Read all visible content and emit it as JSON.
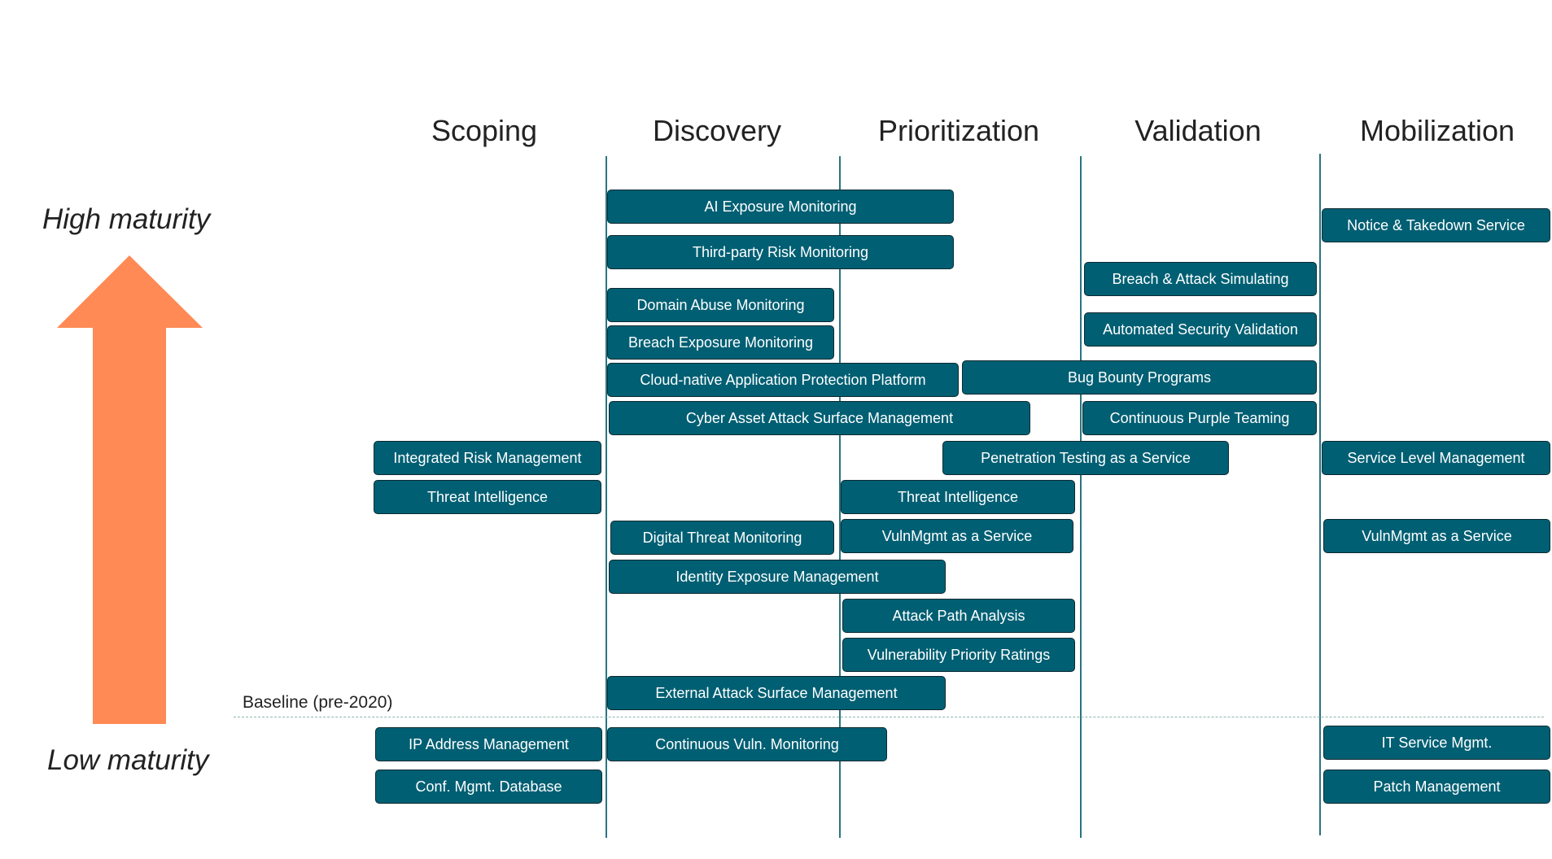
{
  "phases": [
    {
      "label": "Scoping"
    },
    {
      "label": "Discovery"
    },
    {
      "label": "Prioritization"
    },
    {
      "label": "Validation"
    },
    {
      "label": "Mobilization"
    }
  ],
  "maturity": {
    "high": "High maturity",
    "low": "Low maturity"
  },
  "baseline": {
    "label": "Baseline (pre-2020)"
  },
  "colors": {
    "bar_fill": "#005f73",
    "bar_border": "#0c2a30",
    "arrow": "#ff8a55",
    "divider": "#2a7480",
    "baseline_line": "#8fb3b3"
  },
  "items": [
    {
      "label": "AI Exposure Monitoring"
    },
    {
      "label": "Third-party Risk Monitoring"
    },
    {
      "label": "Domain Abuse Monitoring"
    },
    {
      "label": "Breach Exposure Monitoring"
    },
    {
      "label": "Cloud-native Application Protection Platform"
    },
    {
      "label": "Cyber Asset Attack Surface Management"
    },
    {
      "label": "Breach & Attack Simulating"
    },
    {
      "label": "Automated Security Validation"
    },
    {
      "label": "Bug Bounty Programs"
    },
    {
      "label": "Continuous Purple Teaming"
    },
    {
      "label": "Notice & Takedown Service"
    },
    {
      "label": "Integrated Risk Management"
    },
    {
      "label": "Threat Intelligence"
    },
    {
      "label": "Penetration Testing as a Service"
    },
    {
      "label": "Service Level Management"
    },
    {
      "label": "Threat Intelligence"
    },
    {
      "label": "Digital Threat Monitoring"
    },
    {
      "label": "VulnMgmt as a Service"
    },
    {
      "label": "VulnMgmt as a Service"
    },
    {
      "label": "Identity Exposure Management"
    },
    {
      "label": "Attack Path Analysis"
    },
    {
      "label": "Vulnerability Priority Ratings"
    },
    {
      "label": "External Attack Surface Management"
    },
    {
      "label": "IP Address Management"
    },
    {
      "label": "Continuous Vuln. Monitoring"
    },
    {
      "label": "IT Service Mgmt."
    },
    {
      "label": "Conf. Mgmt. Database"
    },
    {
      "label": "Patch Management"
    }
  ]
}
